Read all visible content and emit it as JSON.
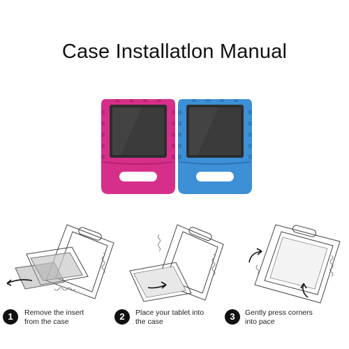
{
  "title": "Case Installatlon Manual",
  "cases": [
    {
      "color_name": "pink",
      "body": "#d62f8a",
      "shade": "#a71e68",
      "highlight": "#e96ab0"
    },
    {
      "color_name": "blue",
      "body": "#3d8fd6",
      "shade": "#2a6aa8",
      "highlight": "#78b4e6"
    }
  ],
  "steps": [
    {
      "number": "1",
      "line1": "Remove the insert",
      "line2": "from the case"
    },
    {
      "number": "2",
      "line1": "Place your tablet into",
      "line2": "the case"
    },
    {
      "number": "3",
      "line1": "Gently press corners",
      "line2": "into pace"
    }
  ]
}
